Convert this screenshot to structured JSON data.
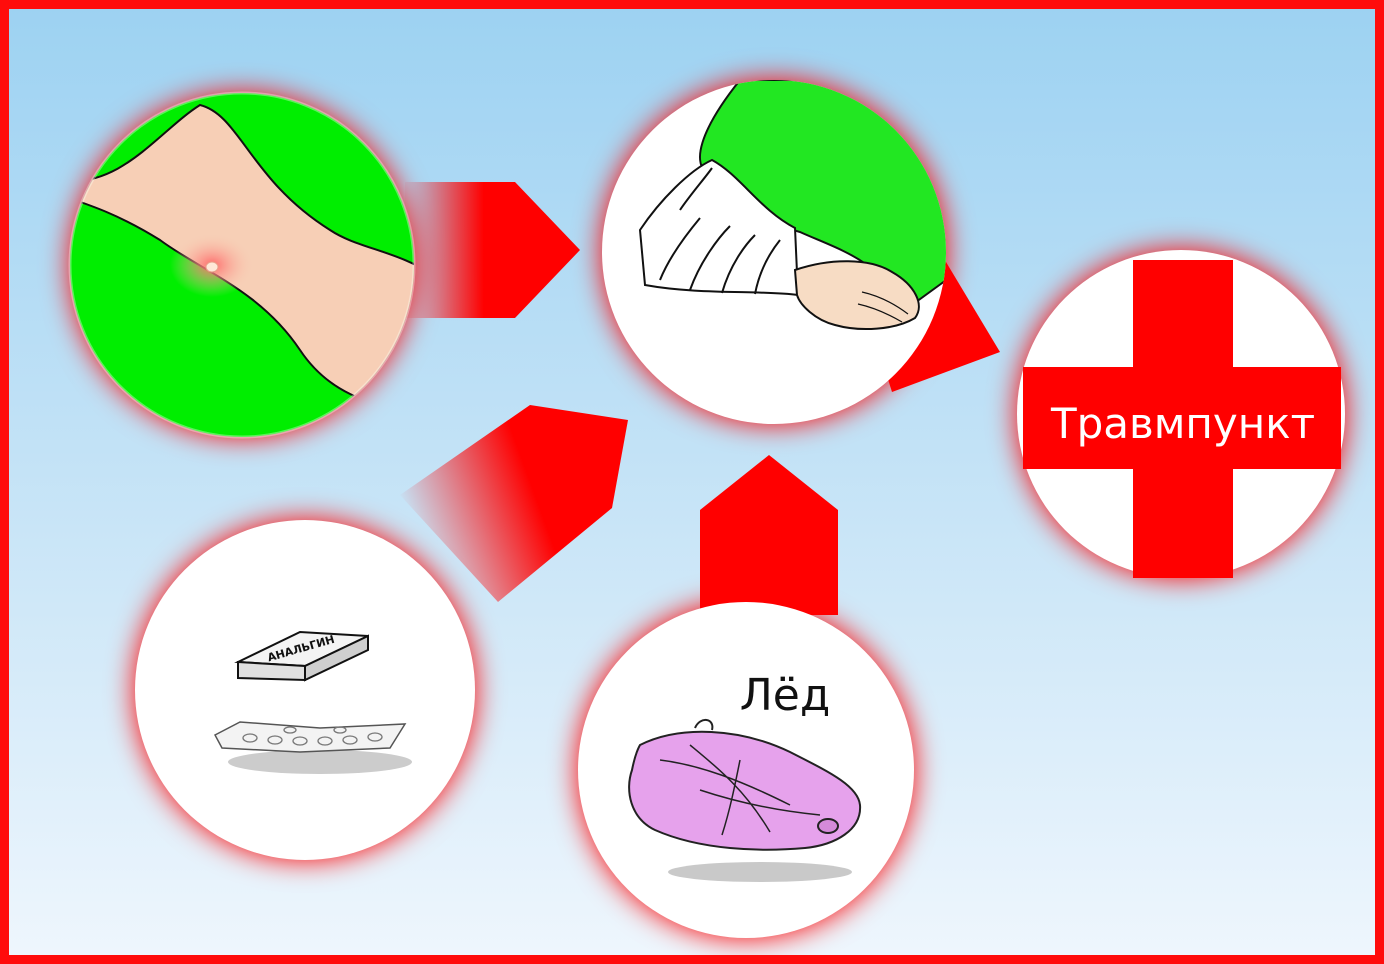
{
  "colors": {
    "frame": "#ff0c0c",
    "background_top": "#9dd2f2",
    "background_bottom": "#eef6fd",
    "arrow": "#ff0000",
    "green": "#00ee00",
    "skin": "#f7cfb6",
    "cross": "#ff0000",
    "ice_pack": "#e6a2ec"
  },
  "labels": {
    "trauma_center": "Травмпункт",
    "ice": "Лёд",
    "pill_box": "АНАЛЬГИН"
  },
  "icons": [
    "bruised-arm-illustration",
    "bandaged-arm-illustration",
    "red-cross-icon",
    "painkiller-pills-illustration",
    "ice-pack-illustration"
  ]
}
